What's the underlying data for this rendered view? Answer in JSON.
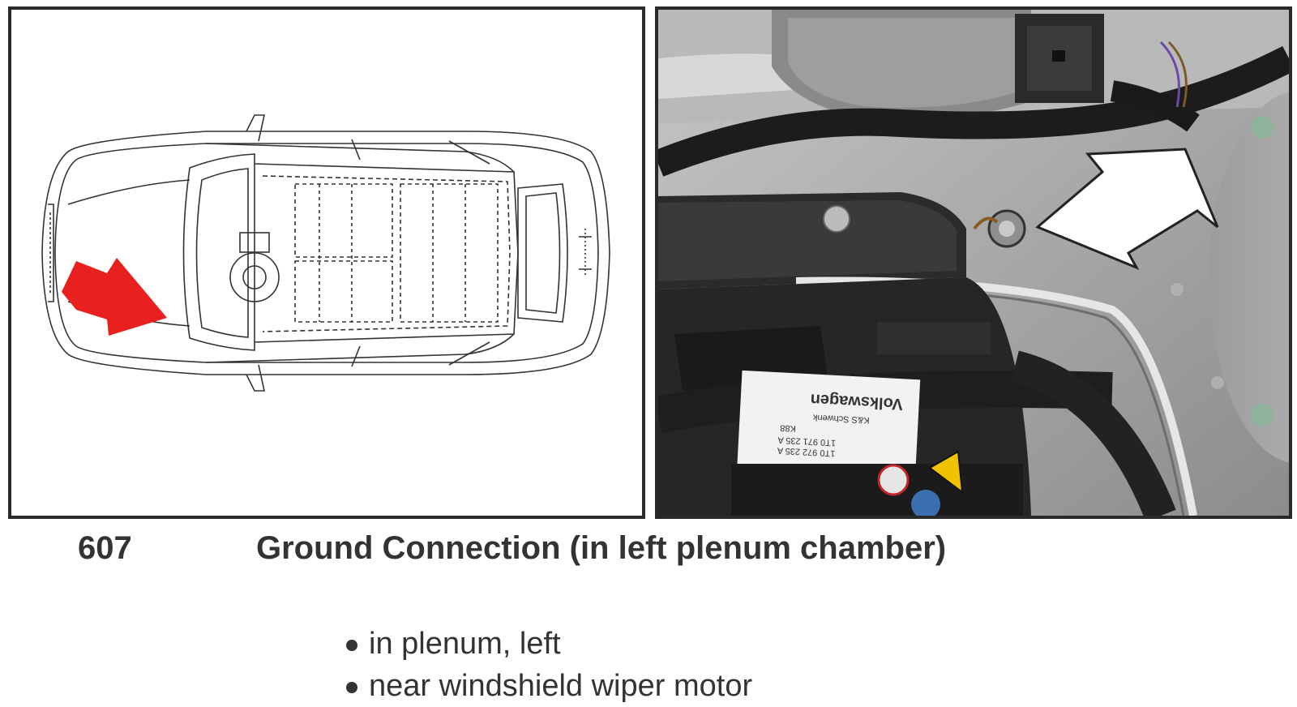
{
  "figure": {
    "number": "607",
    "title": "Ground Connection (in left plenum chamber)"
  },
  "bullets": [
    "in plenum, left",
    "near windshield wiper motor"
  ],
  "photo_label": {
    "line1": "Volkswagen",
    "line2": "K&S Schwenk",
    "line3": "K88",
    "line4": "1T0 971 235 A",
    "line5": "1T0 972 235 A"
  },
  "colors": {
    "arrow_diagram": "#e8201e",
    "arrow_photo": "#ffffff"
  },
  "icons": {
    "diagram_arrow": "red-arrow-icon",
    "photo_arrow": "white-arrow-icon",
    "warning": "warning-triangle-icon"
  }
}
